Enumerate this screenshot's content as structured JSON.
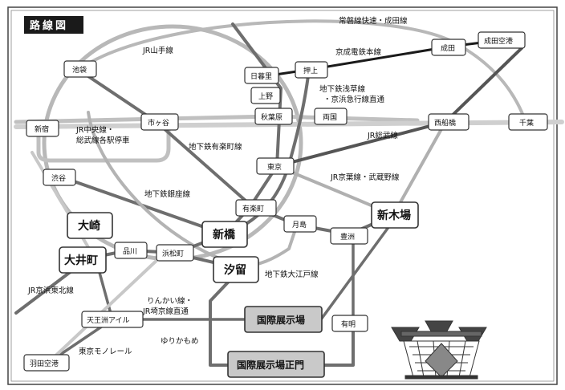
{
  "title": "路線図",
  "lines": {
    "joban_narita": "常磐線快速・成田線",
    "keisei": "京成電鉄本線",
    "yamanote": "JR山手線",
    "asakusa_keikyu_1": "地下鉄浅草線",
    "asakusa_keikyu_2": "・京浜急行線直通",
    "chuo_sobu_1": "JR中央線・",
    "chuo_sobu_2": "総武線各駅停車",
    "yurakucho": "地下鉄有楽町線",
    "sobu": "JR総武線",
    "keiyo_musashino": "JR京葉線・武蔵野線",
    "ginza": "地下鉄銀座線",
    "oedo": "地下鉄大江戸線",
    "keihin_tohoku": "JR京浜東北線",
    "rinkai_1": "りんかい線・",
    "rinkai_2": "JR埼京線直通",
    "yurikamome": "ゆりかもめ",
    "monorail": "東京モノレール"
  },
  "stations": {
    "ikebukuro": "池袋",
    "nippori": "日暮里",
    "oshiage": "押上",
    "narita": "成田",
    "narita_airport": "成田空港",
    "ueno": "上野",
    "shinjuku": "新宿",
    "ichigaya": "市ヶ谷",
    "akihabara": "秋葉原",
    "ryogoku": "両国",
    "nishifunabashi": "西船橋",
    "chiba": "千葉",
    "tokyo": "東京",
    "shibuya": "渋谷",
    "yurakucho": "有楽町",
    "shinkiba": "新木場",
    "osaki": "大崎",
    "tsukishima": "月島",
    "shinagawa": "品川",
    "hamamatsucho": "浜松町",
    "shinbashi": "新橋",
    "toyosu": "豊洲",
    "oimachi": "大井町",
    "shiodome": "汐留",
    "tennozu_isle": "天王洲アイル",
    "kokusai_tenjijo": "国際展示場",
    "ariake": "有明",
    "haneda_airport": "羽田空港",
    "kokusai_tenjijo_seimon": "国際展示場正門"
  },
  "colors": {
    "jr_grey": "#b3b3b3",
    "subway_dark": "#6e6e6e",
    "keisei_black": "#1a1a1a",
    "light_grey": "#cfcfcf",
    "building_dark": "#333333"
  }
}
